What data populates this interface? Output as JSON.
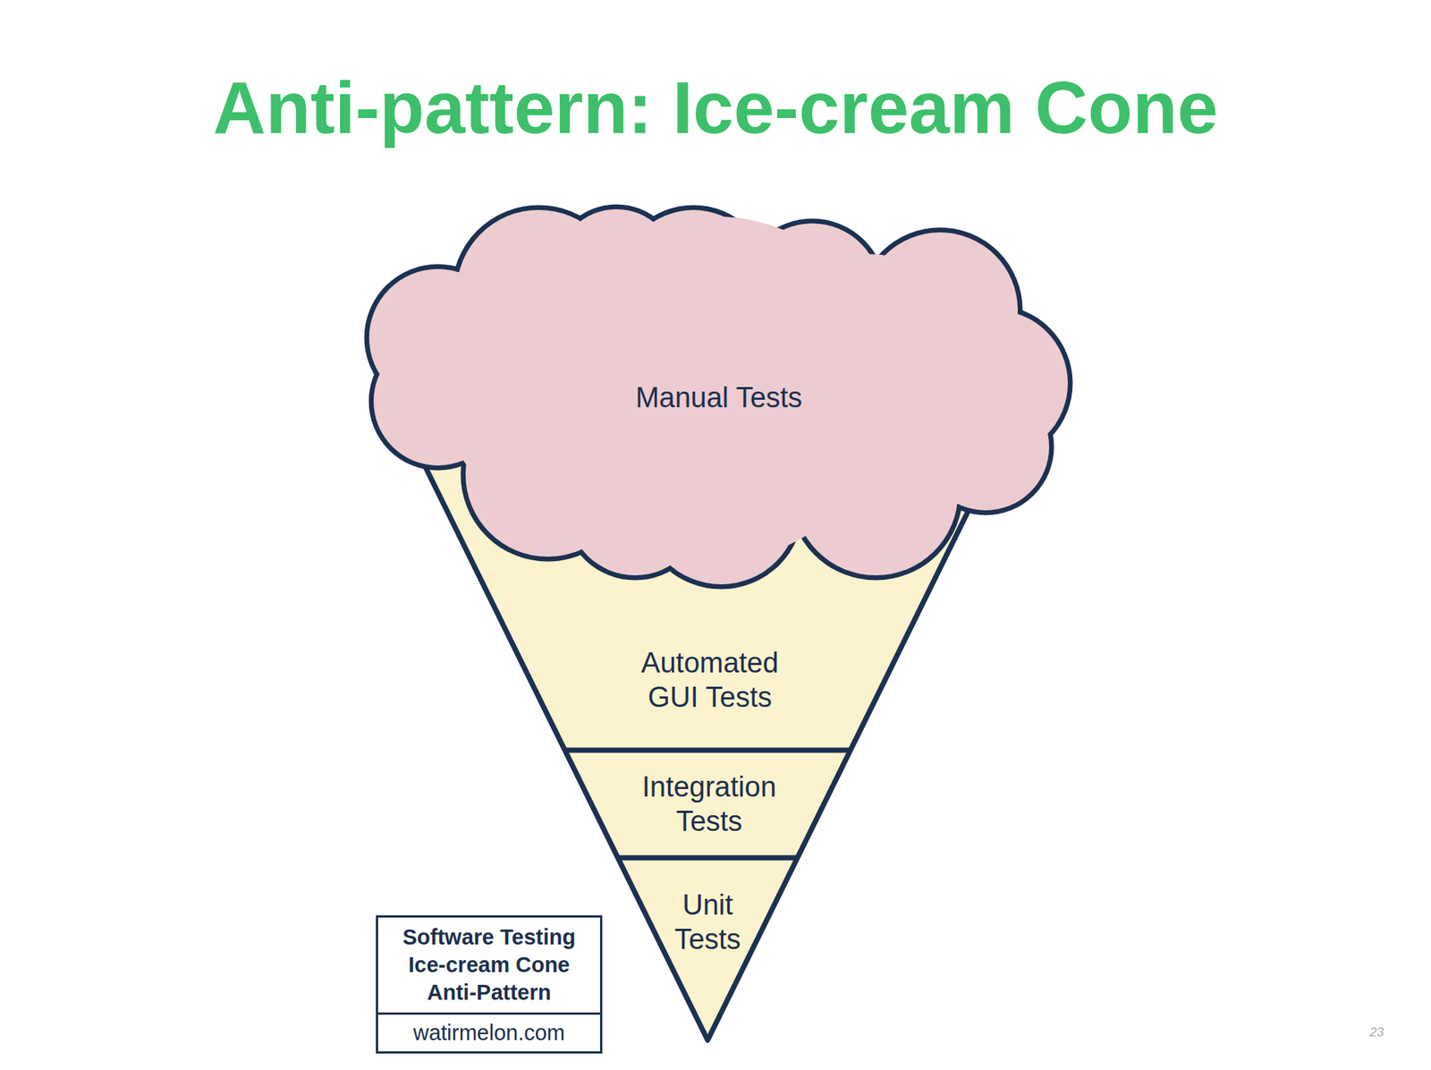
{
  "diagram": {
    "title": "Anti-pattern: Ice-cream Cone",
    "nodes": [
      {
        "text": [
          "Manual Tests"
        ]
      },
      {
        "text": [
          "Automated GUI Tests"
        ]
      },
      {
        "text": [
          "Integration Tests"
        ]
      },
      {
        "text": [
          "Unit Tests"
        ]
      },
      {
        "text": [
          "Software Testing Ice-cream Cone Anti-Pattern",
          "watirmelon.com"
        ]
      }
    ],
    "labels": [
      "23"
    ]
  }
}
